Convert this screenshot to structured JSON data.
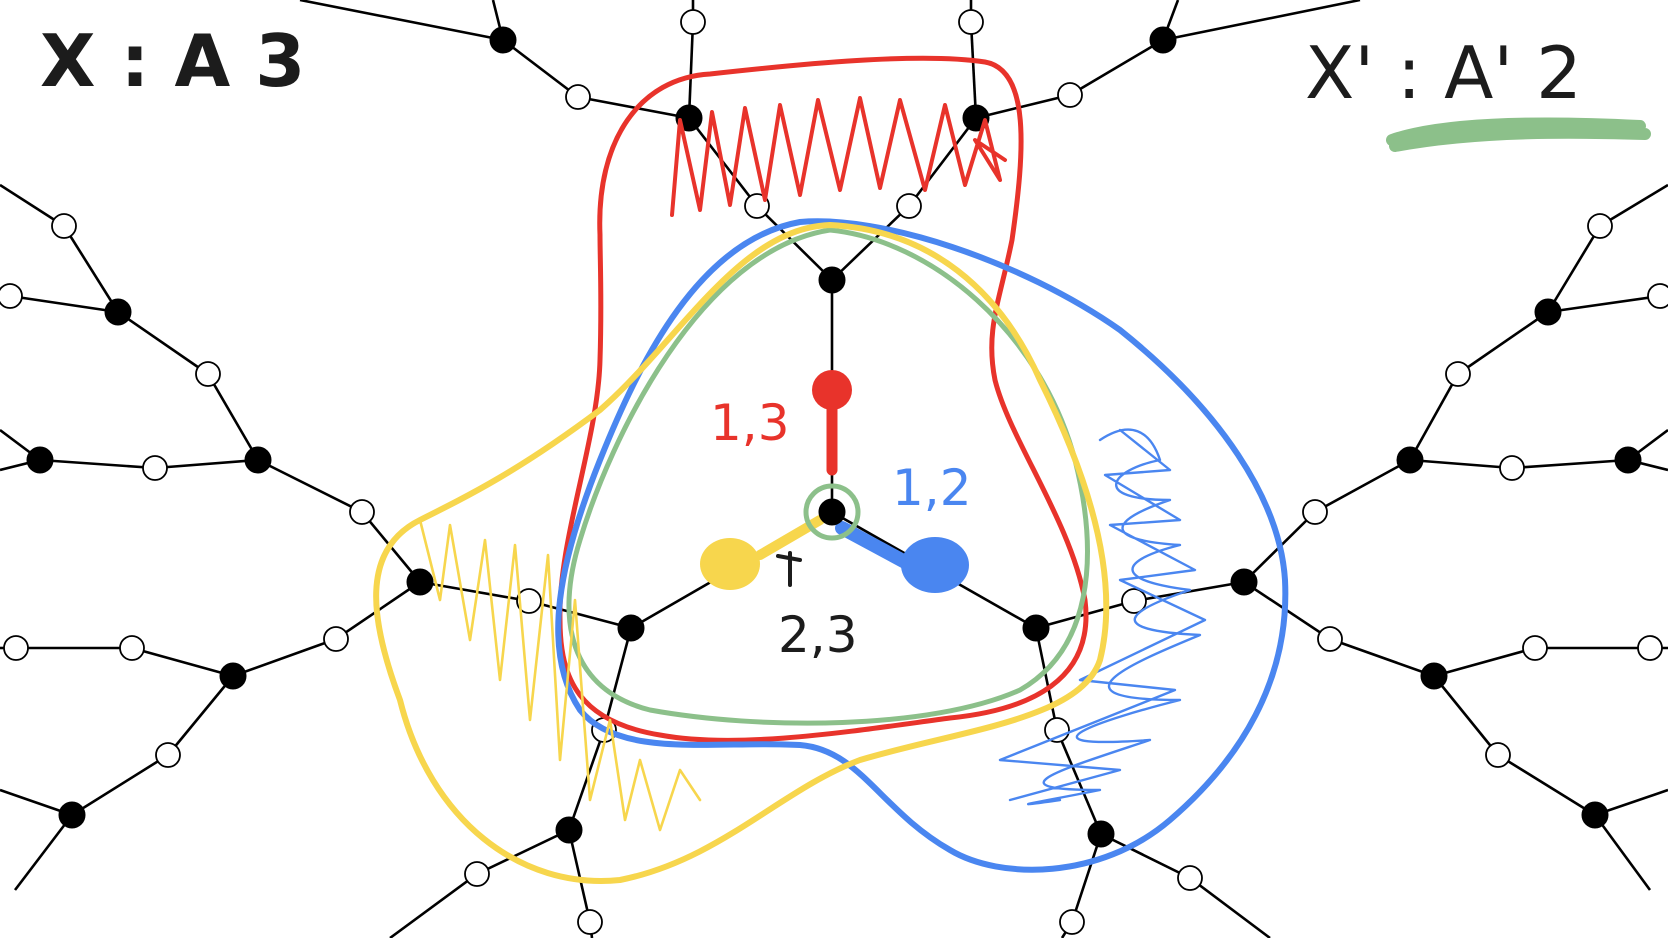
{
  "labels": {
    "left_title": "X : A 3",
    "right_title": "X' : A' 2",
    "red_label": "1,3",
    "blue_label": "1,2",
    "black_label": "2,3"
  },
  "colors": {
    "background": "#ffffff",
    "edge": "#000000",
    "vertex_black": "#000000",
    "vertex_white": "#ffffff",
    "red": "#e8332b",
    "blue": "#4a86f0",
    "yellow": "#f7d64d",
    "green": "#8cc08a",
    "ink": "#1c1c1c"
  },
  "icons": {
    "vertex_black": "filled-circle",
    "vertex_white": "hollow-circle"
  }
}
